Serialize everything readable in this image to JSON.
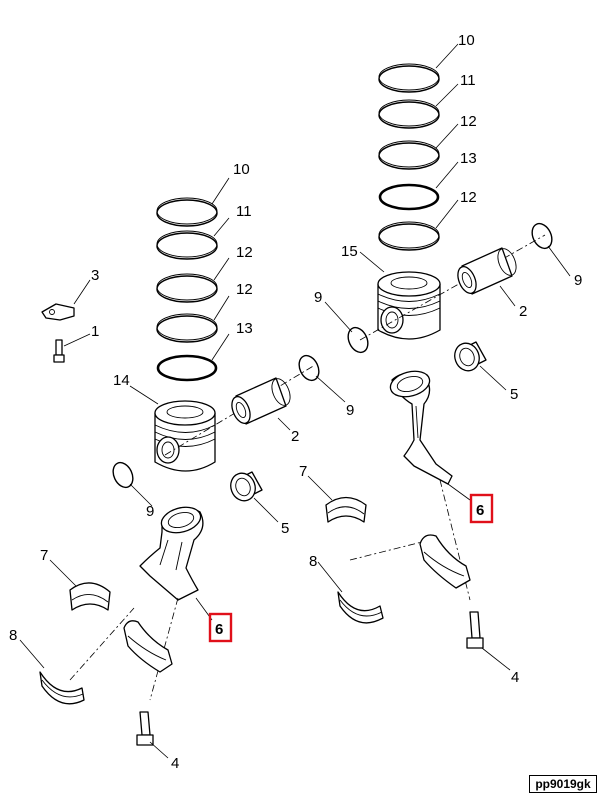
{
  "callouts": {
    "left_rings": [
      "10",
      "11",
      "12",
      "12",
      "13"
    ],
    "left_piston": "14",
    "left_pin": "2",
    "left_clip_top": "9",
    "left_clip_bottom": "9",
    "left_bushing": "5",
    "left_rod": "6",
    "left_cap": "7",
    "left_bearing": "8",
    "left_bolt": "4",
    "small_bracket": "3",
    "small_bolt": "1",
    "right_rings": [
      "10",
      "11",
      "12",
      "13",
      "12"
    ],
    "right_piston": "15",
    "right_pin": "2",
    "right_clip_left": "9",
    "right_clip_right": "9",
    "right_bushing": "5",
    "right_rod": "6",
    "right_cap": "7",
    "right_bearing": "8",
    "right_bolt": "4"
  },
  "highlight_color": "#e0101a",
  "image_id": "pp9019gk"
}
